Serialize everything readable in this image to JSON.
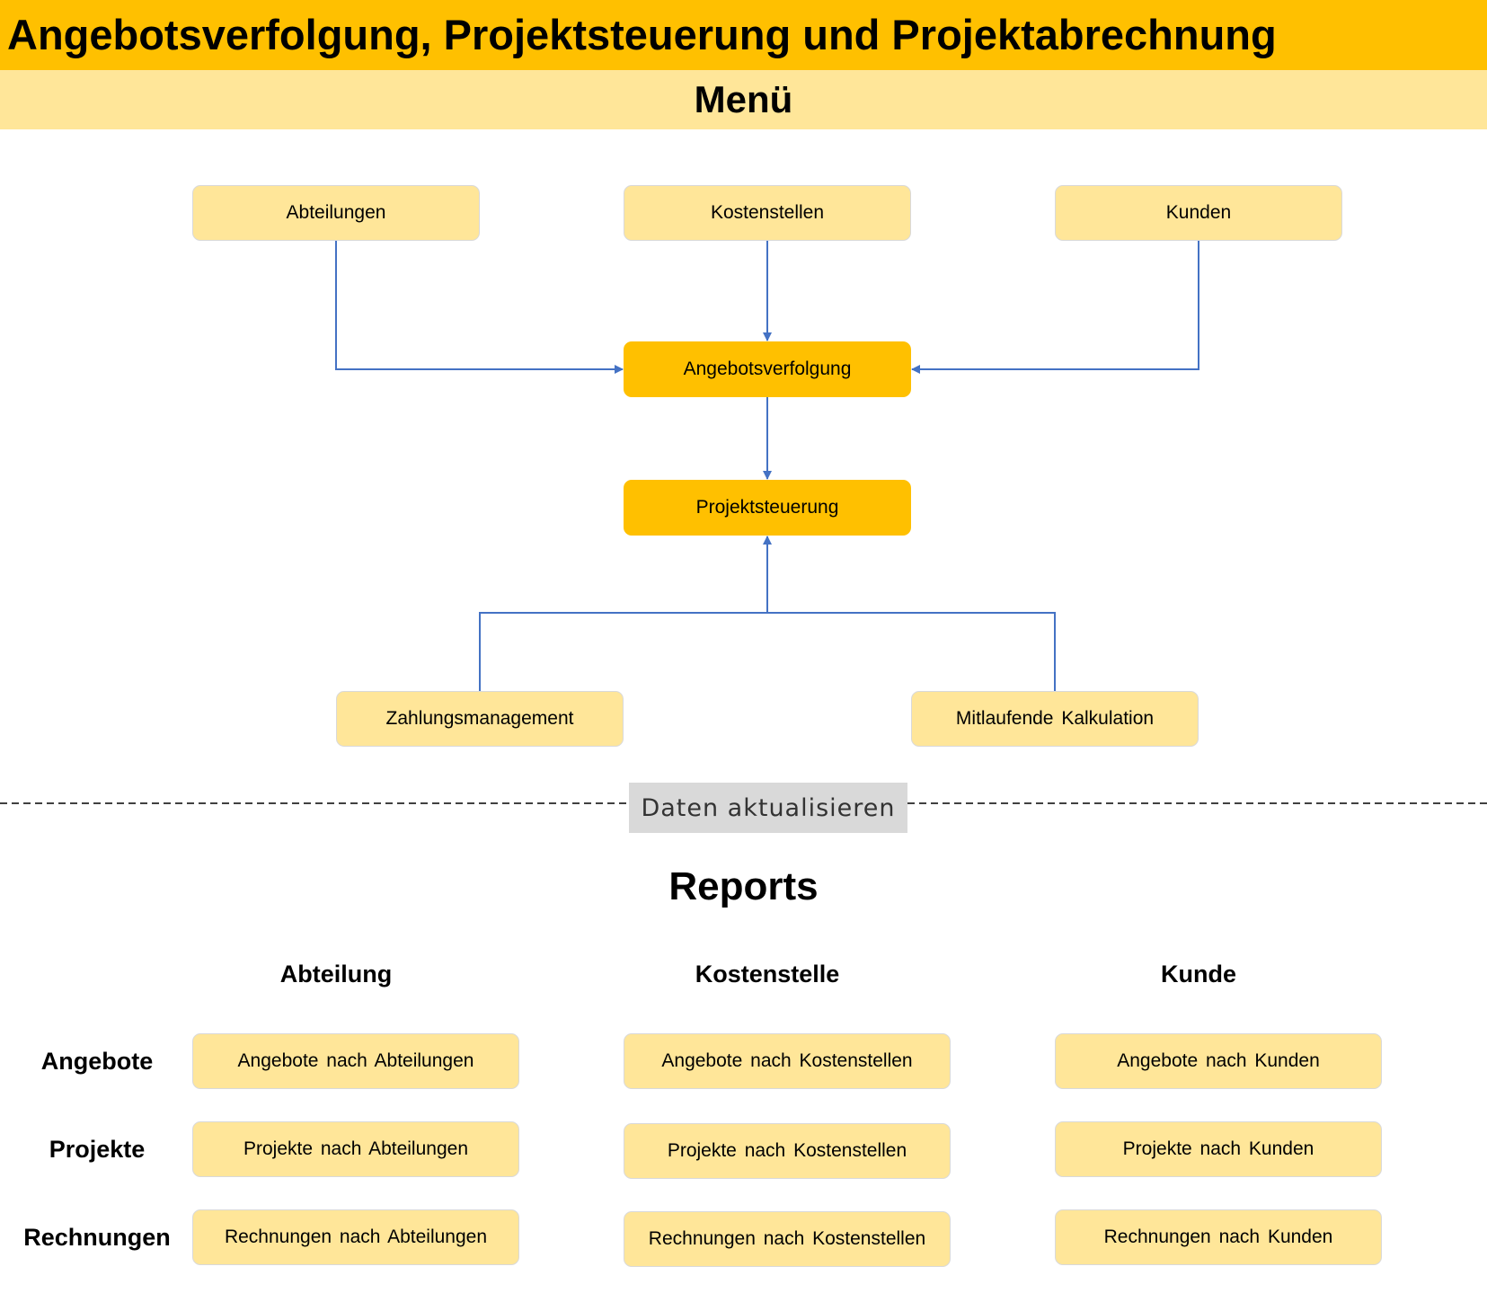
{
  "header": {
    "title": "Angebotsverfolgung, Projektsteuerung und Projektabrechnung",
    "subtitle": "Menü"
  },
  "menu": {
    "abteilungen": "Abteilungen",
    "kostenstellen": "Kostenstellen",
    "kunden": "Kunden",
    "angebotsverfolgung": "Angebotsverfolgung",
    "projektsteuerung": "Projektsteuerung",
    "zahlungsmanagement": "Zahlungsmanagement",
    "kalkulation": "Mitlaufende Kalkulation"
  },
  "refresh_label": "Daten aktualisieren",
  "reports": {
    "heading": "Reports",
    "columns": [
      "Abteilung",
      "Kostenstelle",
      "Kunde"
    ],
    "rows": [
      "Angebote",
      "Projekte",
      "Rechnungen"
    ],
    "cells": [
      [
        "Angebote nach Abteilungen",
        "Angebote nach Kostenstellen",
        "Angebote nach Kunden"
      ],
      [
        "Projekte nach Abteilungen",
        "Projekte nach Kostenstellen",
        "Projekte nach Kunden"
      ],
      [
        "Rechnungen nach Abteilungen",
        "Rechnungen nach Kostenstellen",
        "Rechnungen nach Kunden"
      ]
    ]
  },
  "colors": {
    "title_bar": "#FFC000",
    "menu_bar": "#FFE699",
    "box": "#FFE699",
    "primary_box": "#FFC000",
    "connector": "#4472C4",
    "refresh_button": "#D9D9D9"
  }
}
